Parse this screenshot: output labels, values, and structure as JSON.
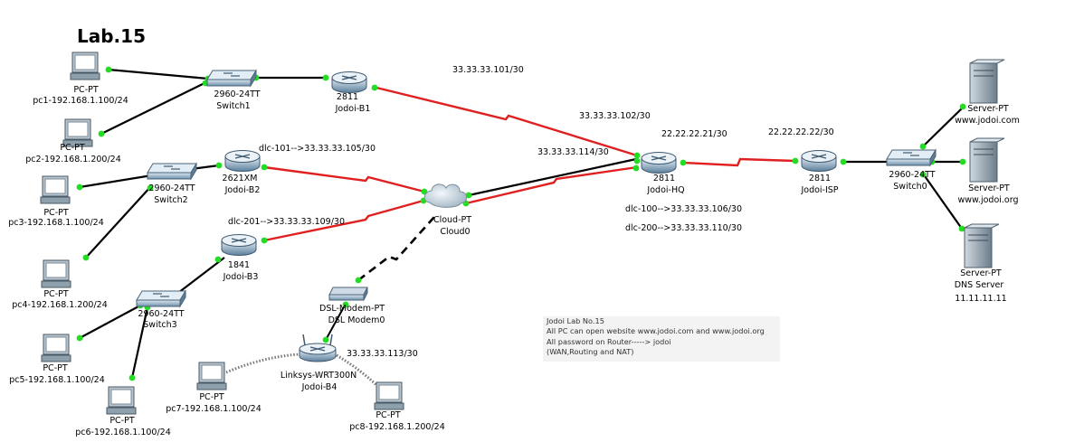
{
  "title": "Lab.15",
  "colors": {
    "serial": "#e02020",
    "ethernet": "#000000",
    "port": "#22dd22"
  },
  "devices": {
    "pc1": {
      "type": "PC-PT",
      "name": "pc1-192.168.1.100/24"
    },
    "pc2": {
      "type": "PC-PT",
      "name": "pc2-192.168.1.200/24"
    },
    "pc3": {
      "type": "PC-PT",
      "name": "pc3-192.168.1.100/24"
    },
    "pc4": {
      "type": "PC-PT",
      "name": "pc4-192.168.1.200/24"
    },
    "pc5": {
      "type": "PC-PT",
      "name": "pc5-192.168.1.100/24"
    },
    "pc6": {
      "type": "PC-PT",
      "name": "pc6-192.168.1.100/24"
    },
    "pc7": {
      "type": "PC-PT",
      "name": "pc7-192.168.1.100/24"
    },
    "pc8": {
      "type": "PC-PT",
      "name": "pc8-192.168.1.200/24"
    },
    "sw1": {
      "type": "2960-24TT",
      "name": "Switch1"
    },
    "sw2": {
      "type": "2960-24TT",
      "name": "Switch2"
    },
    "sw3": {
      "type": "2960-24TT",
      "name": "Switch3"
    },
    "sw0": {
      "type": "2960-24TT",
      "name": "Switch0"
    },
    "b1": {
      "type": "2811",
      "name": "Jodoi-B1"
    },
    "b2": {
      "type": "2621XM",
      "name": "Jodoi-B2"
    },
    "b3": {
      "type": "1841",
      "name": "Jodoi-B3"
    },
    "b4": {
      "type": "Linksys-WRT300N",
      "name": "Jodoi-B4"
    },
    "hq": {
      "type": "2811",
      "name": "Jodoi-HQ"
    },
    "isp": {
      "type": "2811",
      "name": "Jodoi-ISP"
    },
    "cloud": {
      "type": "Cloud-PT",
      "name": "Cloud0"
    },
    "dsl": {
      "type": "DSL-Modem-PT",
      "name": "DSL Modem0"
    },
    "srv1": {
      "type": "Server-PT",
      "name": "www.jodoi.com"
    },
    "srv2": {
      "type": "Server-PT",
      "name": "www.jodoi.org"
    },
    "srv3": {
      "type": "Server-PT",
      "name": "DNS Server",
      "ip": "11.11.11.11"
    }
  },
  "link_labels": {
    "b1_wan": "33.33.33.101/30",
    "hq_b1": "33.33.33.102/30",
    "hq_cloud": "33.33.33.114/30",
    "hq_isp": "22.22.22.21/30",
    "isp_hq": "22.22.22.22/30",
    "b2_dlci": "dlc-101-->33.33.33.105/30",
    "b3_dlci": "dlc-201-->33.33.33.109/30",
    "hq_dlci100": "dlc-100-->33.33.33.106/30",
    "hq_dlci200": "dlc-200-->33.33.33.110/30",
    "b4_wan": "33.33.33.113/30"
  },
  "note": {
    "lines": [
      "Jodoi Lab No.15",
      "All PC can open website www.jodoi.com and www.jodoi.org",
      "All password on Router----->   jodoi",
      "(WAN,Routing and NAT)"
    ]
  }
}
